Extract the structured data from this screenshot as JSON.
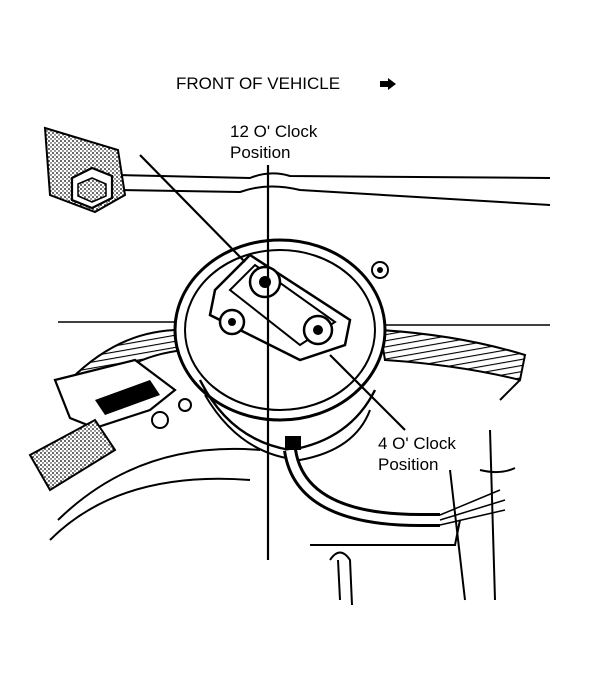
{
  "header": {
    "front_of_vehicle": "FRONT OF VEHICLE",
    "arrow_icon": "right-arrow-icon"
  },
  "callouts": {
    "twelve_oclock_line1": "12 O' Clock",
    "twelve_oclock_line2": "Position",
    "four_oclock_line1": "4 O' Clock",
    "four_oclock_line2": "Position"
  },
  "colors": {
    "ink": "#000000",
    "paper": "#ffffff"
  }
}
